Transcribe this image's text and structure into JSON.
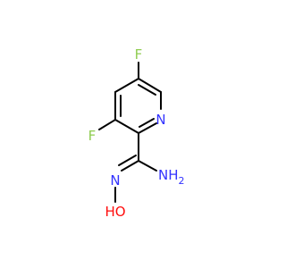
{
  "molecule": {
    "atoms": {
      "f_top": "F",
      "f_left": "F",
      "n_ring": "N",
      "nh2": "NH",
      "nh2_sub": "2",
      "n_oxime": "N",
      "hydroxyl": "HO"
    },
    "colors": {
      "bond": "#000000",
      "fluorine": "#8fcc50",
      "nitrogen": "#3333ff",
      "oxygen": "#ff0d0d"
    }
  }
}
